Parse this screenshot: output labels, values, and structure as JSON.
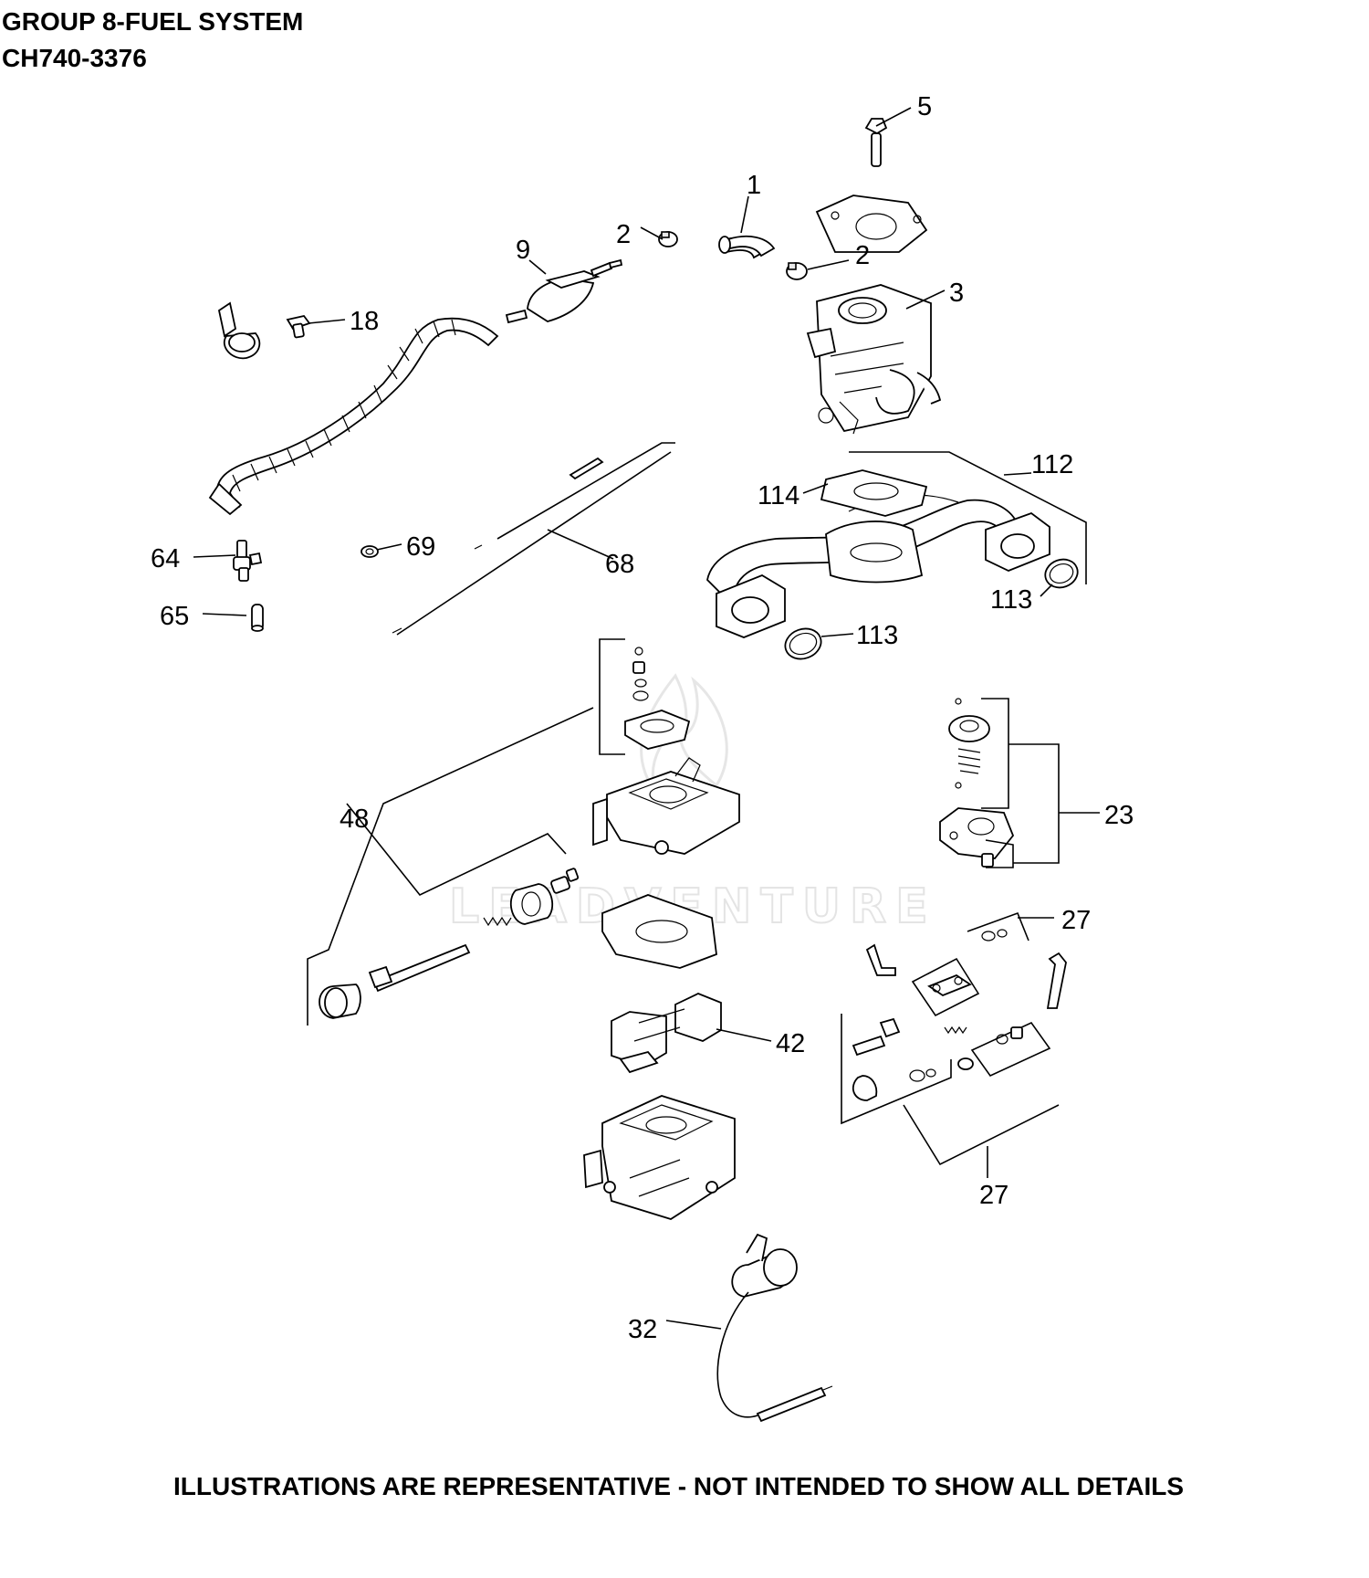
{
  "header": {
    "title": "GROUP 8-FUEL SYSTEM",
    "model": "CH740-3376"
  },
  "footer": {
    "disclaimer": "ILLUSTRATIONS ARE REPRESENTATIVE - NOT INTENDED TO SHOW ALL DETAILS"
  },
  "watermark": "LEADVENTURE",
  "callouts": {
    "c1": "1",
    "c2a": "2",
    "c2b": "2",
    "c3": "3",
    "c5": "5",
    "c9": "9",
    "c18": "18",
    "c23": "23",
    "c27a": "27",
    "c27b": "27",
    "c32": "32",
    "c42": "42",
    "c48": "48",
    "c64": "64",
    "c65": "65",
    "c68": "68",
    "c69": "69",
    "c112": "112",
    "c113a": "113",
    "c113b": "113",
    "c114": "114"
  }
}
